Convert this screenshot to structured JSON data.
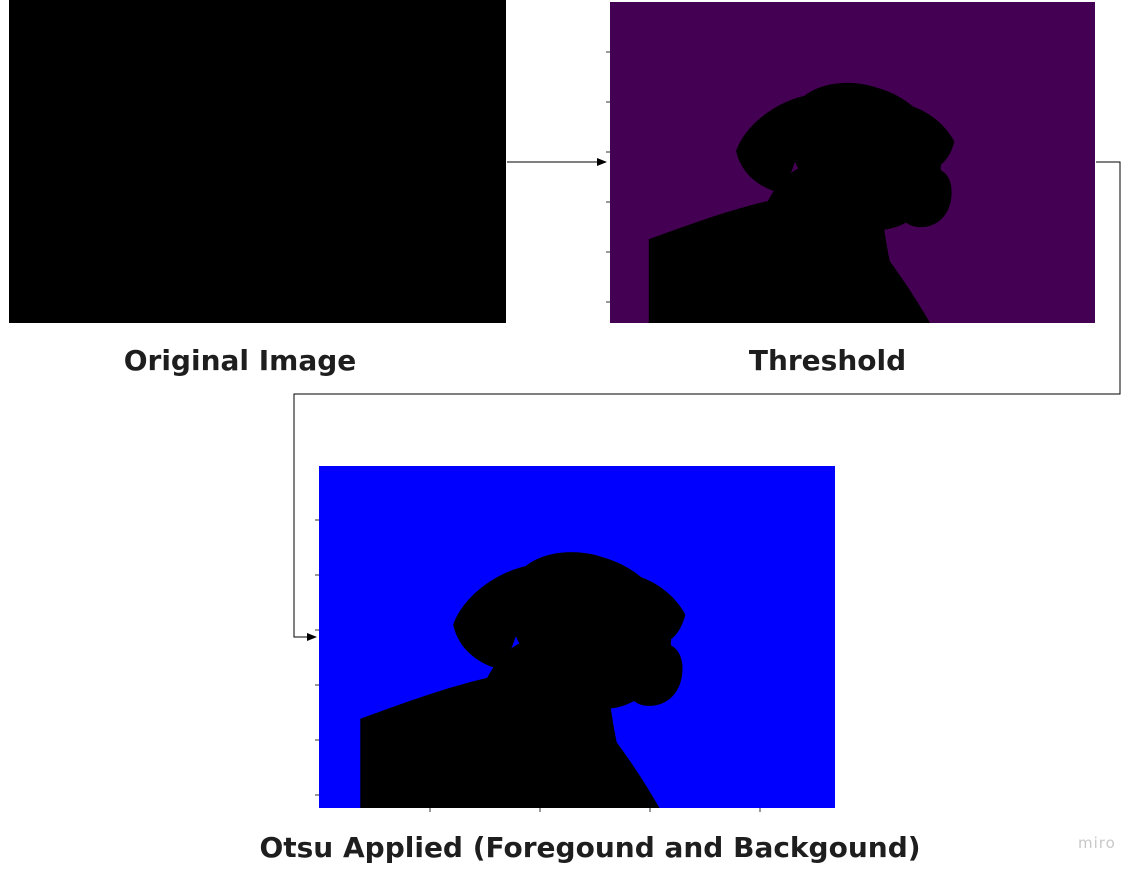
{
  "panels": {
    "original": {
      "caption": "Original Image"
    },
    "threshold": {
      "caption": "Threshold"
    },
    "otsu": {
      "caption": "Otsu Applied (Foregound and Backgound)"
    }
  },
  "watermark": "miro",
  "colors": {
    "original_bg": "#000000",
    "threshold_bg": "#440154",
    "threshold_fg": "#fde725",
    "otsu_bg": "#0000ff",
    "coat": "#f5f3ee",
    "spots": "#4a2c22",
    "tongue": "#e0607a",
    "arrow": "#000000"
  },
  "icons": [
    "dalmatian-image",
    "arrow-connector"
  ]
}
